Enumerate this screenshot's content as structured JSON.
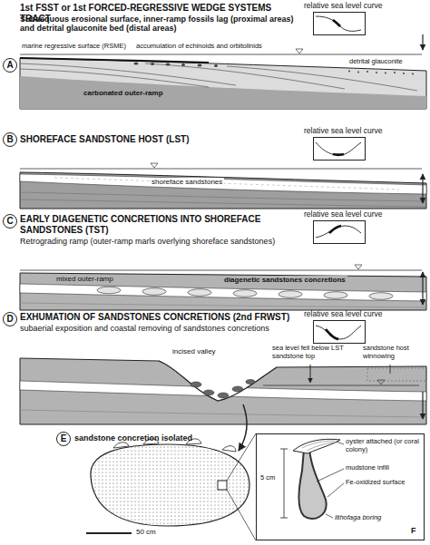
{
  "diagram": {
    "nodes": [
      {
        "text": [
          "relative sea level curve"
        ]
      },
      {
        "text": [
          "relative sea level curve"
        ]
      },
      {
        "text": [
          "relative sea level curve"
        ]
      },
      {
        "text": [
          "relative sea level curve"
        ]
      },
      {
        "text": [
          "F",
          "oyster attached (or coral colony)",
          "mudstone infill",
          "Fe-oxidized surface",
          "lithofaga boring",
          "5 cm"
        ]
      }
    ],
    "labels": [
      "A",
      "1st FSST or 1st FORCED-REGRESSIVE WEDGE SYSTEMS TRACT",
      "Subaequous erosional surface, inner-ramp fossils lag (proximal areas) and detrital glauconite bed (distal areas)",
      "marine regressive surface (RSME)",
      "accumulation of echinoids and orbitolinids",
      "carbonated outer-ramp",
      "detrital glauconite",
      "B",
      "SHOREFACE SANDSTONE HOST (LST)",
      "shoreface sandstones",
      "C",
      "EARLY DIAGENETIC CONCRETIONS INTO SHOREFACE SANDSTONES (TST)",
      "Retrograding ramp (outer-ramp marls overlying shoreface sandstones)",
      "mixed outer-ramp",
      "diagenetic sandstones concretions",
      "D",
      "EXHUMATION OF SANDSTONES CONCRETIONS (2nd FRWST)",
      "subaerial exposition and coastal removing of sandstones concretions",
      "incised valley",
      "sea level fell below LST sandstone top",
      "sandstone host winnowing",
      "E",
      "sandstone concretion isolated",
      "50 cm"
    ]
  }
}
